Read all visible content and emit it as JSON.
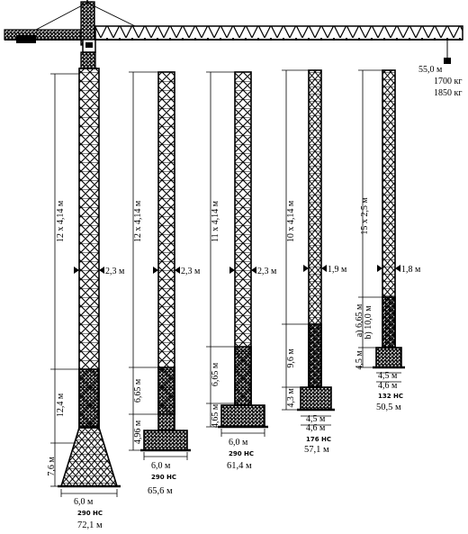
{
  "jib": {
    "radius": "55,0 м",
    "load_end": "1700 кг",
    "load_max": "1850 кг"
  },
  "towers": [
    {
      "section_label": "12 x 4,14 м",
      "foot_label": "12,4 м",
      "base_label": "7,6 м",
      "width_label": "2,3 м",
      "base_dim": "6,0 м",
      "base_name": "290 HC",
      "height": "72,1 м"
    },
    {
      "section_label": "12 x 4,14 м",
      "foot_label": "6,65 м",
      "base_label": "4,96 м",
      "width_label": "2,3 м",
      "base_dim": "6,0 м",
      "base_name": "290 HC",
      "height": "65,6 м"
    },
    {
      "section_label": "11 x 4,14 м",
      "foot_label": "6,65 м",
      "base_label": "4,65 м",
      "width_label": "2,3 м",
      "base_dim": "6,0 м",
      "base_name": "290 HC",
      "height": "61,4 м"
    },
    {
      "section_label": "10 x 4,14 м",
      "foot_label": "9,6 м",
      "base_label": "4,3 м",
      "width_label": "1,9 м",
      "base_dim": "4,6 м",
      "base_dim2": "4,5 м",
      "base_name": "176 HC",
      "height": "57,1 м"
    },
    {
      "section_label": "15 x 2,5 м",
      "foot_label_a": "a) 6,65 м",
      "foot_label_b": "b) 10,0 м",
      "base_label": "4,5 м",
      "width_label": "1,8 м",
      "base_dim": "4,6 м",
      "base_dim2": "4,5 м",
      "base_name": "132 HC",
      "height": "50,5 м"
    }
  ]
}
